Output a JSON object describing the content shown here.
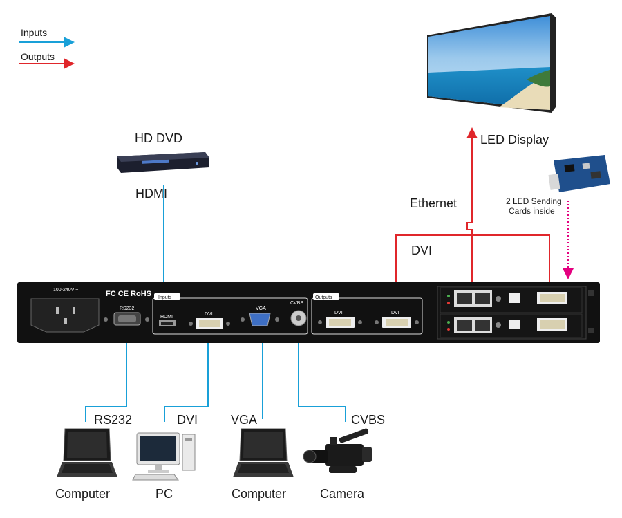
{
  "legend": {
    "inputs": "Inputs",
    "outputs": "Outputs",
    "input_color": "#19a0d8",
    "output_color": "#e0262b"
  },
  "sources": {
    "hd_dvd": {
      "name": "HD DVD",
      "port": "HDMI"
    },
    "led_display": {
      "name": "LED Display"
    },
    "sending_cards": {
      "line1": "2 LED Sending",
      "line2": "Cards inside"
    },
    "ethernet": "Ethernet",
    "dvi_out": "DVI"
  },
  "panel": {
    "power": "100-240V ~",
    "certs": "FC CE RoHS",
    "rs232": "RS232",
    "inputs_group": "Inputs",
    "hdmi": "HDMI",
    "dvi": "DVI",
    "vga": "VGA",
    "cvbs": "CVBS",
    "outputs_group": "Outputs",
    "out_dvi_1": "DVI",
    "out_dvi_2": "DVI"
  },
  "bottom": {
    "ports": [
      "RS232",
      "DVI",
      "VGA",
      "CVBS"
    ],
    "devices": [
      "Computer",
      "PC",
      "Computer",
      "Camera"
    ]
  }
}
